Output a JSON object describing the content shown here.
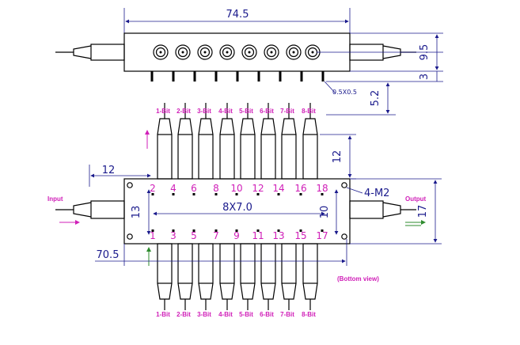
{
  "top_view": {
    "width_dim": "74.5",
    "height_dim_1": "9.5",
    "height_dim_2": "3",
    "height_dim_3": "5.2",
    "pin_dim": "0.5X0.5"
  },
  "bottom_view": {
    "bit_labels": [
      "1-Bit",
      "2-Bit",
      "3-Bit",
      "4-Bit",
      "5-Bit",
      "6-Bit",
      "7-Bit",
      "8-Bit"
    ],
    "top_pins": [
      "2",
      "4",
      "6",
      "8",
      "10",
      "12",
      "14",
      "16",
      "18"
    ],
    "bottom_pins": [
      "1",
      "3",
      "5",
      "7",
      "9",
      "11",
      "13",
      "15",
      "17"
    ],
    "dim_12_left": "12",
    "dim_12_right": "12",
    "dim_13": "13",
    "dim_8x7": "8X7.0",
    "dim_10": "10",
    "dim_17": "17",
    "dim_70_5": "70.5",
    "mount_holes": "4-M2",
    "input_label": "Input",
    "output_label": "Output",
    "view_note": "(Bottom view)"
  }
}
